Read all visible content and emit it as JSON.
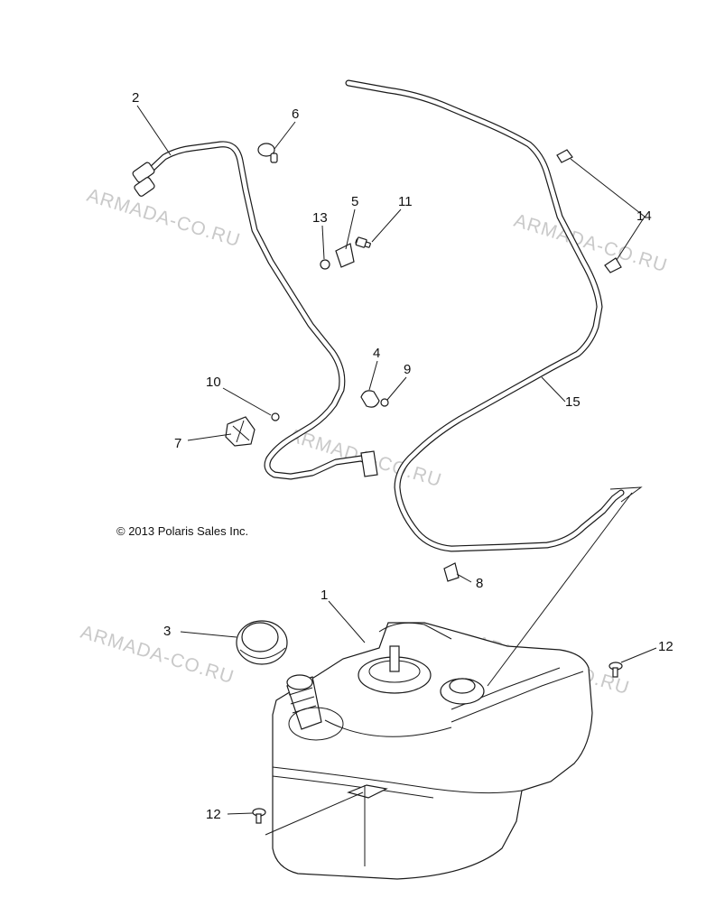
{
  "diagram": {
    "copyright": "© 2013 Polaris Sales Inc.",
    "watermark": "ARMADA-CO.RU",
    "callouts": {
      "c1": "1",
      "c2": "2",
      "c3": "3",
      "c4": "4",
      "c5": "5",
      "c6": "6",
      "c7": "7",
      "c8": "8",
      "c9": "9",
      "c10": "10",
      "c11": "11",
      "c12a": "12",
      "c12b": "12",
      "c13": "13",
      "c14": "14",
      "c15": "15"
    }
  }
}
